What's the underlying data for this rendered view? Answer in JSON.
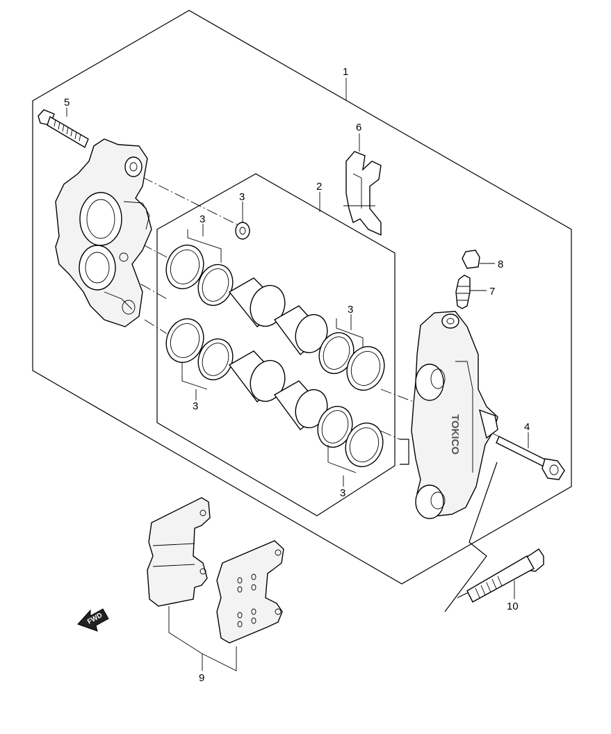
{
  "callouts": {
    "c1": "1",
    "c2": "2",
    "c3a": "3",
    "c3b": "3",
    "c3c": "3",
    "c3d": "3",
    "c3e": "3",
    "c4": "4",
    "c5": "5",
    "c6": "6",
    "c7": "7",
    "c8": "8",
    "c9": "9",
    "c10": "10"
  },
  "caliper_logo": "TOKICO",
  "fwd_arrow_label": "FWD"
}
